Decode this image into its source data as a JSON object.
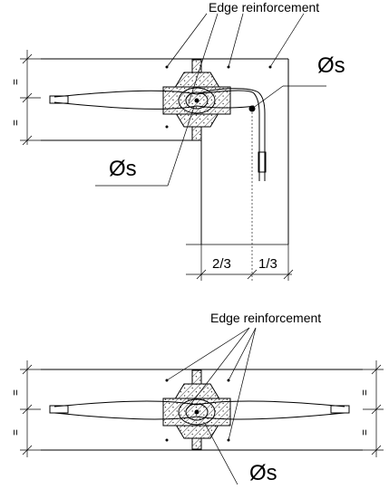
{
  "top_detail": {
    "label_edge": "Edge reinforcement",
    "label_os_right": "Øs",
    "label_os_left": "Øs",
    "dim_left": "2/3",
    "dim_right": "1/3",
    "equal_mark_upper": "=",
    "equal_mark_lower": "="
  },
  "bottom_detail": {
    "label_edge": "Edge reinforcement",
    "label_os": "Øs",
    "equal_mark_left_upper": "=",
    "equal_mark_left_lower": "=",
    "equal_mark_right_upper": "=",
    "equal_mark_right_lower": "="
  }
}
